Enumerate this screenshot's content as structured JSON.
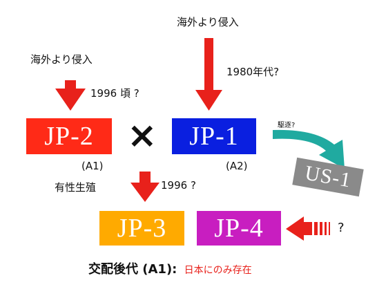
{
  "labels": {
    "invade_top": "海外より侵入",
    "invade_left": "海外より侵入",
    "y1980": "1980年代?",
    "y1996_left": "1996 頃 ?",
    "cross": "×",
    "expelled": "駆逐?",
    "a1": "(A1)",
    "a2": "(A2)",
    "sexual": "有性生殖",
    "y1996_mid": "1996 ?",
    "unknown": "?",
    "bottom_main": "交配後代 (A1):",
    "bottom_note": "日本にのみ存在"
  },
  "boxes": {
    "jp2": {
      "label": "JP-2",
      "color": "#ff2a17"
    },
    "jp1": {
      "label": "JP-1",
      "color": "#0a1fe0"
    },
    "us1": {
      "label": "US-1",
      "color": "#8a8a8a"
    },
    "jp3": {
      "label": "JP-3",
      "color": "#ffaa00"
    },
    "jp4": {
      "label": "JP-4",
      "color": "#c81ec0"
    }
  },
  "colors": {
    "arrow_red": "#e8211b",
    "arrow_teal": "#20aaa0",
    "text_red": "#e8211b"
  }
}
